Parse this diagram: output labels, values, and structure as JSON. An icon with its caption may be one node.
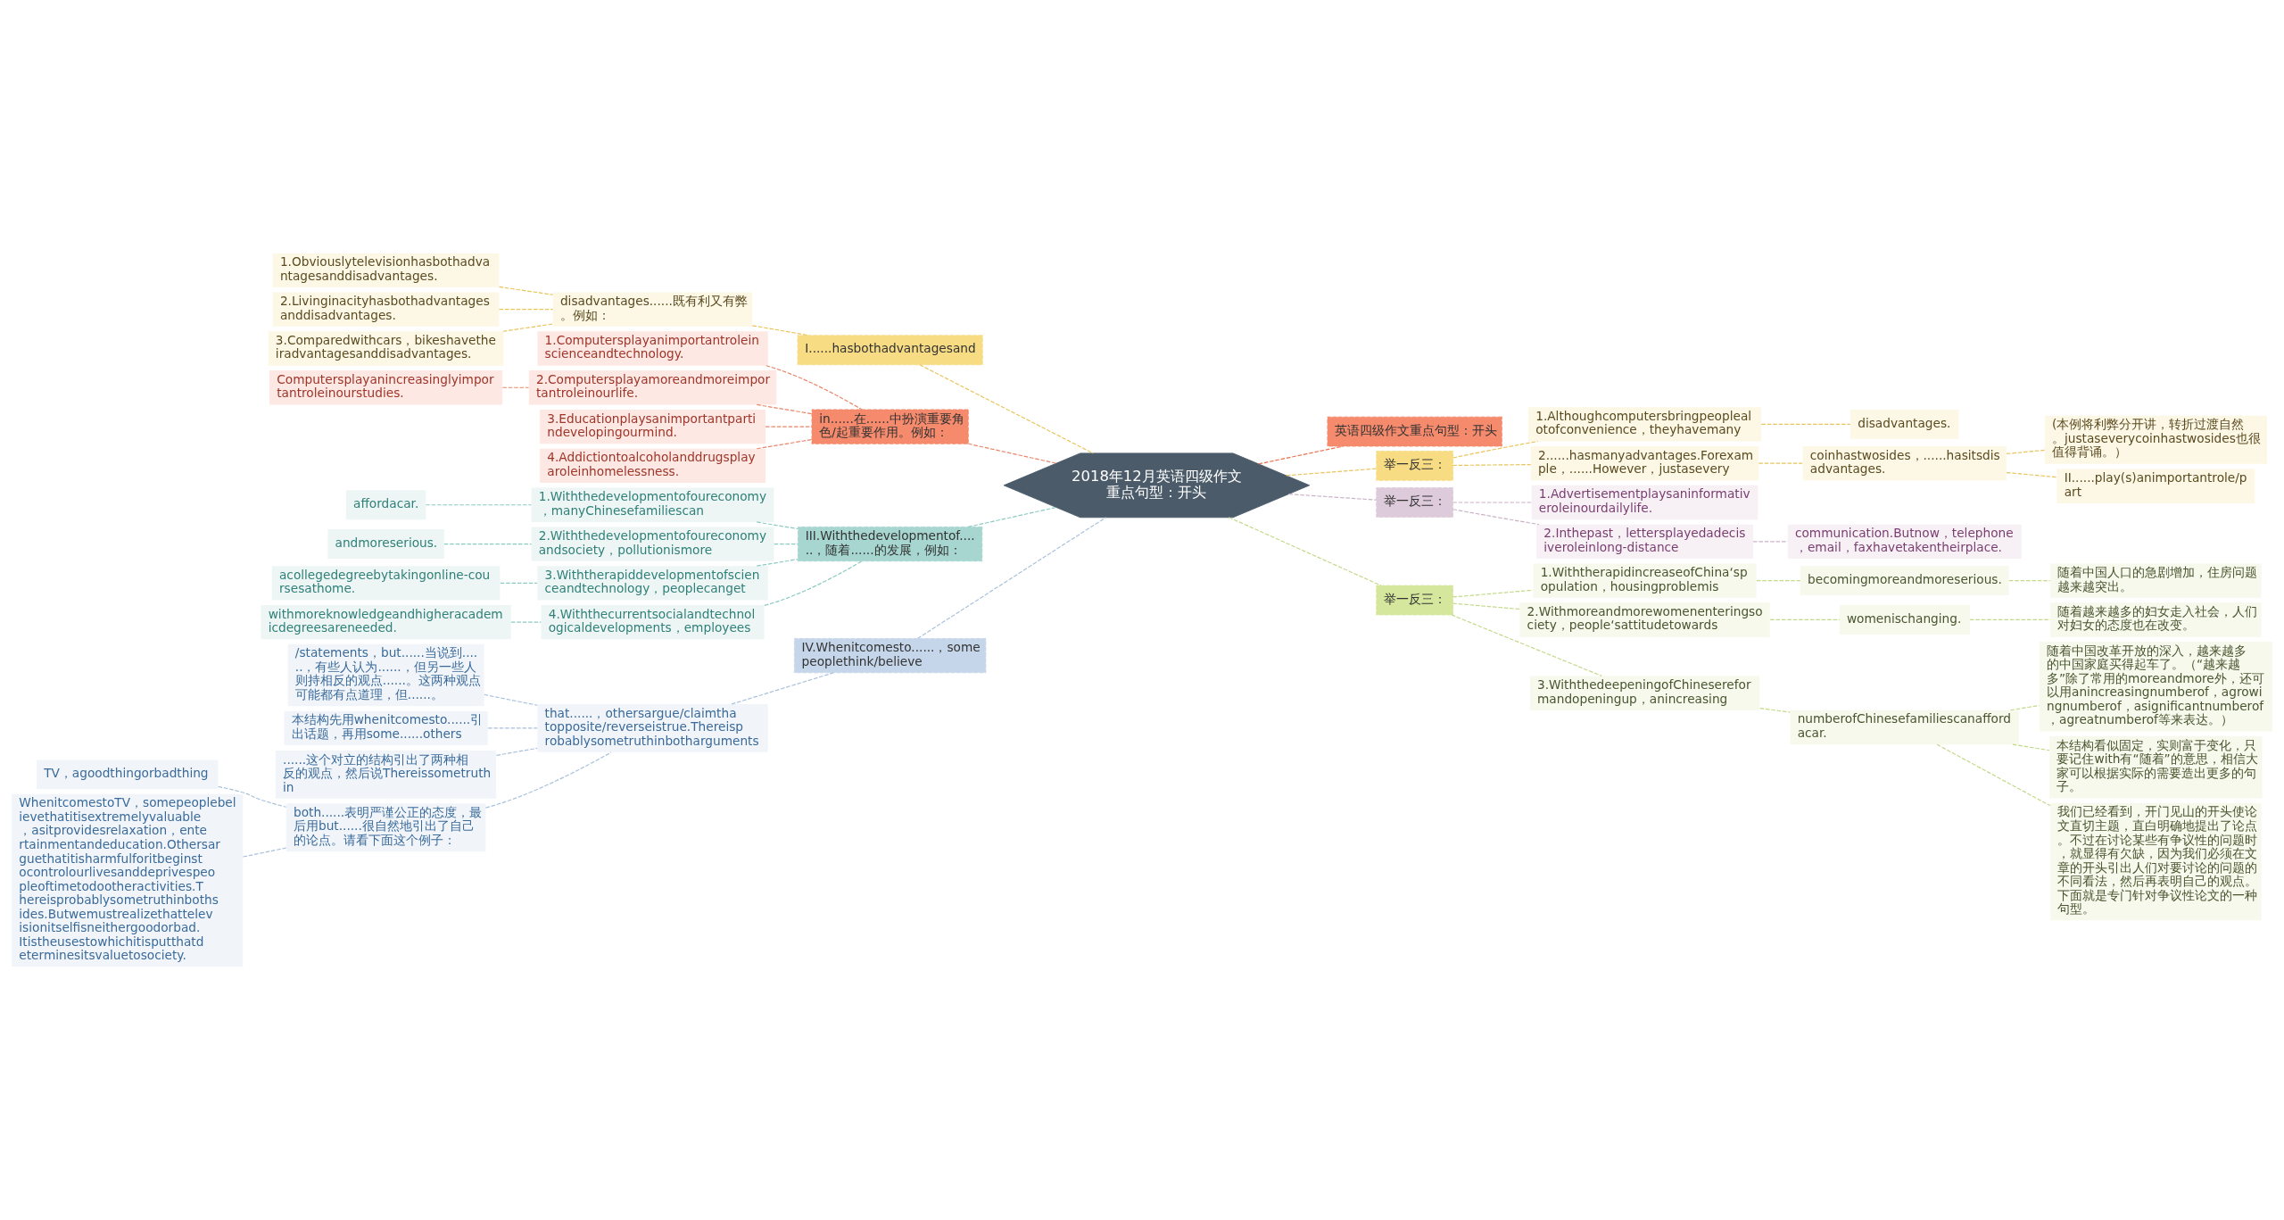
{
  "diagram": {
    "nodes": [
      {
        "text": [
          "2018年12月英语四级作文重点句型：开头"
        ]
      },
      {
        "text": [
          "I......hasbothadvantagesand"
        ]
      },
      {
        "text": [
          "disadvantages......既有利又有弊。例如："
        ]
      },
      {
        "text": [
          "1.Obviouslytelevisionhasbothadvantagesanddisadvantages."
        ]
      },
      {
        "text": [
          "2.Livinginacityhasbothadvantagesanddisadvantages."
        ]
      },
      {
        "text": [
          "3.Comparedwithcars，bikeshavetheiradvantagesanddisadvantages."
        ]
      },
      {
        "text": [
          "in......在......中扮演重要角色/起重要作用。例如："
        ]
      },
      {
        "text": [
          "1.Computersplayanimportantroleinscienceandtechnology."
        ]
      },
      {
        "text": [
          "2.Computersplayamoreandmoreimportantroleinourlife."
        ]
      },
      {
        "text": [
          "Computersplayanincreasinglyimportantroleinourstudies."
        ]
      },
      {
        "text": [
          "3.Educationplaysanimportantpartindevelopingourmind."
        ]
      },
      {
        "text": [
          "4.Addictiontoalcoholanddrugsplayaroleinhomelessness."
        ]
      },
      {
        "text": [
          "III.Withthedevelopmentof......，随着......的发展，例如："
        ]
      },
      {
        "text": [
          "1.Withthedevelopmentofoureconomy，manyChinesefamiliescan"
        ]
      },
      {
        "text": [
          "affordacar."
        ]
      },
      {
        "text": [
          "2.Withthedevelopmentofoureconomyandsociety，pollutionismore"
        ]
      },
      {
        "text": [
          "andmoreserious."
        ]
      },
      {
        "text": [
          "3.Withtherapiddevelopmentofscienceandtechnology，peoplecanget"
        ]
      },
      {
        "text": [
          "acollegedegreebytakingonline-coursesathome."
        ]
      },
      {
        "text": [
          "4.Withthecurrentsocialandtechnologicaldevelopments，employees"
        ]
      },
      {
        "text": [
          "withmoreknowledgeandhigheracademicdegreesareneeded."
        ]
      },
      {
        "text": [
          "IV.Whenitcomesto......，somepeoplethink/believe"
        ]
      },
      {
        "text": [
          "that......，othersargue/claimthatopposite/reverseistrue.Thereisprobablysometruthinbotharguments"
        ]
      },
      {
        "text": [
          "/statements，but......当说到......，有些人认为......，但另一些人则持相反的观点......。这两种观点可能都有点道理，但......。"
        ]
      },
      {
        "text": [
          "本结构先用whenitcomesto......引出话题，再用some......others"
        ]
      },
      {
        "text": [
          "......这个对立的结构引出了两种相反的观点，然后说Thereissometruthin"
        ]
      },
      {
        "text": [
          "both......表明严谨公正的态度，最后用but......很自然地引出了自己的论点。请看下面这个例子："
        ]
      },
      {
        "text": [
          "TV，agoodthingorbadthing"
        ]
      },
      {
        "text": [
          "WhenitcomestoTV，somepeoplebelievethatitisextremelyvaluable，asitprovidesrelaxation，entertainmentandeducation.Othersarguethatitisharmfulforitbeginstocontrolourlivesanddeprivespeopleoftimetodootheractivities.Thereisprobablysometruthinbothsides.Butwemustrealizethattelevisionitselfisneithergoodorbad.Itistheusestowhichitisputthatdeterminesitsvaluetosociety."
        ]
      },
      {
        "text": [
          "英语四级作文重点句型：开头"
        ]
      },
      {
        "text": [
          "举一反三："
        ]
      },
      {
        "text": [
          "1.Althoughcomputersbringpeoplealotofconvenience，theyhavemany"
        ]
      },
      {
        "text": [
          "disadvantages."
        ]
      },
      {
        "text": [
          "2......hasmanyadvantages.Forexample，......However，justasevery"
        ]
      },
      {
        "text": [
          "coinhastwosides，......hasitsdisadvantages."
        ]
      },
      {
        "text": [
          "(本例将利弊分开讲，转折过渡自然。justaseverycoinhastwosides也很值得背诵。）"
        ]
      },
      {
        "text": [
          "II......play(s)animportantrole/part"
        ]
      },
      {
        "text": [
          "举一反三："
        ]
      },
      {
        "text": [
          "1.Advertisementplaysaninformativeroleinourdailylife."
        ]
      },
      {
        "text": [
          "2.Inthepast，lettersplayedadecisiveroleinlong-distance"
        ]
      },
      {
        "text": [
          "communication.Butnow，telephone，email，faxhavetakentheirplace."
        ]
      },
      {
        "text": [
          "举一反三："
        ]
      },
      {
        "text": [
          "1.WiththerapidincreaseofChina‘spopulation，housingproblemis"
        ]
      },
      {
        "text": [
          "becomingmoreandmoreserious."
        ]
      },
      {
        "text": [
          "随着中国人口的急剧增加，住房问题越来越突出。"
        ]
      },
      {
        "text": [
          "2.Withmoreandmorewomenenteringsociety，people‘sattitudetowards"
        ]
      },
      {
        "text": [
          "womenischanging."
        ]
      },
      {
        "text": [
          "随着越来越多的妇女走入社会，人们对妇女的态度也在改变。"
        ]
      },
      {
        "text": [
          "3.WiththedeepeningofChinesereformandopeningup，anincreasing"
        ]
      },
      {
        "text": [
          "numberofChinesefamiliescanaffordacar."
        ]
      },
      {
        "text": [
          "随着中国改革开放的深入，越来越多的中国家庭买得起车了。（“越来越多”除了常用的moreandmore外，还可以用anincreasingnumberof，agrowingnumberof，asignificantnumberof，agreatnumberof等来表达。）"
        ]
      },
      {
        "text": [
          "本结构看似固定，实则富于变化，只要记住with有“随着”的意思，相信大家可以根据实际的需要造出更多的句子。"
        ]
      },
      {
        "text": [
          "我们已经看到，开门见山的开头使论文直切主题，直白明确地提出了论点。不过在讨论某些有争议性的问题时，就显得有欠缺，因为我们必须在文章的开头引出人们对要讨论的问题的不同看法，然后再表明自己的观点。下面就是专门针对争议性论文的一种句型。"
        ]
      }
    ],
    "edges": [
      {
        "from": 0,
        "to": 1,
        "arrow": "none",
        "style": "dashed",
        "color": "#e8c45a"
      },
      {
        "from": 1,
        "to": 2,
        "arrow": "none",
        "style": "dashed",
        "color": "#e8c45a"
      },
      {
        "from": 2,
        "to": 3,
        "arrow": "none",
        "style": "dashed",
        "color": "#e8c45a"
      },
      {
        "from": 2,
        "to": 4,
        "arrow": "none",
        "style": "dashed",
        "color": "#e8c45a"
      },
      {
        "from": 2,
        "to": 5,
        "arrow": "none",
        "style": "dashed",
        "color": "#e8c45a"
      },
      {
        "from": 0,
        "to": 6,
        "arrow": "none",
        "style": "dashed",
        "color": "#e9856a"
      },
      {
        "from": 6,
        "to": 7,
        "arrow": "none",
        "style": "dashed",
        "color": "#e9856a"
      },
      {
        "from": 6,
        "to": 8,
        "arrow": "none",
        "style": "dashed",
        "color": "#e9856a"
      },
      {
        "from": 8,
        "to": 9,
        "arrow": "none",
        "style": "dashed",
        "color": "#e9856a"
      },
      {
        "from": 6,
        "to": 10,
        "arrow": "none",
        "style": "dashed",
        "color": "#e9856a"
      },
      {
        "from": 6,
        "to": 11,
        "arrow": "none",
        "style": "dashed",
        "color": "#e9856a"
      },
      {
        "from": 0,
        "to": 12,
        "arrow": "none",
        "style": "dashed",
        "color": "#8ccac2"
      },
      {
        "from": 12,
        "to": 13,
        "arrow": "none",
        "style": "dashed",
        "color": "#8ccac2"
      },
      {
        "from": 13,
        "to": 14,
        "arrow": "none",
        "style": "dashed",
        "color": "#8ccac2"
      },
      {
        "from": 12,
        "to": 15,
        "arrow": "none",
        "style": "dashed",
        "color": "#8ccac2"
      },
      {
        "from": 15,
        "to": 16,
        "arrow": "none",
        "style": "dashed",
        "color": "#8ccac2"
      },
      {
        "from": 12,
        "to": 17,
        "arrow": "none",
        "style": "dashed",
        "color": "#8ccac2"
      },
      {
        "from": 17,
        "to": 18,
        "arrow": "none",
        "style": "dashed",
        "color": "#8ccac2"
      },
      {
        "from": 12,
        "to": 19,
        "arrow": "none",
        "style": "dashed",
        "color": "#8ccac2"
      },
      {
        "from": 19,
        "to": 20,
        "arrow": "none",
        "style": "dashed",
        "color": "#8ccac2"
      },
      {
        "from": 0,
        "to": 21,
        "arrow": "none",
        "style": "dashed",
        "color": "#a9c0dc"
      },
      {
        "from": 21,
        "to": 22,
        "arrow": "none",
        "style": "dashed",
        "color": "#a9c0dc"
      },
      {
        "from": 22,
        "to": 23,
        "arrow": "none",
        "style": "dashed",
        "color": "#a9c0dc"
      },
      {
        "from": 22,
        "to": 24,
        "arrow": "none",
        "style": "dashed",
        "color": "#a9c0dc"
      },
      {
        "from": 22,
        "to": 25,
        "arrow": "none",
        "style": "dashed",
        "color": "#a9c0dc"
      },
      {
        "from": 22,
        "to": 26,
        "arrow": "none",
        "style": "dashed",
        "color": "#a9c0dc"
      },
      {
        "from": 26,
        "to": 27,
        "arrow": "none",
        "style": "dashed",
        "color": "#a9c0dc"
      },
      {
        "from": 26,
        "to": 28,
        "arrow": "none",
        "style": "dashed",
        "color": "#a9c0dc"
      },
      {
        "from": 0,
        "to": 29,
        "arrow": "none",
        "style": "dashed",
        "color": "#e9704f"
      },
      {
        "from": 0,
        "to": 30,
        "arrow": "none",
        "style": "dashed",
        "color": "#e8c45a"
      },
      {
        "from": 30,
        "to": 31,
        "arrow": "none",
        "style": "dashed",
        "color": "#e8c45a"
      },
      {
        "from": 31,
        "to": 32,
        "arrow": "none",
        "style": "dashed",
        "color": "#e8c45a"
      },
      {
        "from": 30,
        "to": 33,
        "arrow": "none",
        "style": "dashed",
        "color": "#e8c45a"
      },
      {
        "from": 33,
        "to": 34,
        "arrow": "none",
        "style": "dashed",
        "color": "#e8c45a"
      },
      {
        "from": 34,
        "to": 35,
        "arrow": "none",
        "style": "dashed",
        "color": "#e8c45a"
      },
      {
        "from": 34,
        "to": 36,
        "arrow": "none",
        "style": "dashed",
        "color": "#e8c45a"
      },
      {
        "from": 0,
        "to": 37,
        "arrow": "none",
        "style": "dashed",
        "color": "#c9b3c6"
      },
      {
        "from": 37,
        "to": 38,
        "arrow": "none",
        "style": "dashed",
        "color": "#c9b3c6"
      },
      {
        "from": 37,
        "to": 39,
        "arrow": "none",
        "style": "dashed",
        "color": "#c9b3c6"
      },
      {
        "from": 39,
        "to": 40,
        "arrow": "none",
        "style": "dashed",
        "color": "#c9b3c6"
      },
      {
        "from": 0,
        "to": 41,
        "arrow": "none",
        "style": "dashed",
        "color": "#c3d98a"
      },
      {
        "from": 41,
        "to": 42,
        "arrow": "none",
        "style": "dashed",
        "color": "#c3d98a"
      },
      {
        "from": 42,
        "to": 43,
        "arrow": "none",
        "style": "dashed",
        "color": "#c3d98a"
      },
      {
        "from": 43,
        "to": 44,
        "arrow": "none",
        "style": "dashed",
        "color": "#c3d98a"
      },
      {
        "from": 41,
        "to": 45,
        "arrow": "none",
        "style": "dashed",
        "color": "#c3d98a"
      },
      {
        "from": 45,
        "to": 46,
        "arrow": "none",
        "style": "dashed",
        "color": "#c3d98a"
      },
      {
        "from": 46,
        "to": 47,
        "arrow": "none",
        "style": "dashed",
        "color": "#c3d98a"
      },
      {
        "from": 41,
        "to": 48,
        "arrow": "none",
        "style": "dashed",
        "color": "#c3d98a"
      },
      {
        "from": 48,
        "to": 49,
        "arrow": "none",
        "style": "dashed",
        "color": "#c3d98a"
      },
      {
        "from": 49,
        "to": 50,
        "arrow": "none",
        "style": "dashed",
        "color": "#c3d98a"
      },
      {
        "from": 49,
        "to": 51,
        "arrow": "none",
        "style": "dashed",
        "color": "#c3d98a"
      },
      {
        "from": 49,
        "to": 52,
        "arrow": "none",
        "style": "dashed",
        "color": "#c3d98a"
      }
    ]
  }
}
